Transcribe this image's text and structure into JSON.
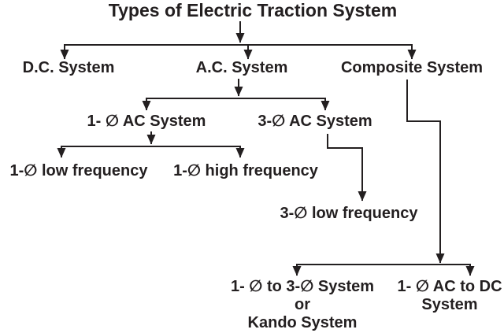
{
  "title": "Types of Electric Traction System",
  "nodes": {
    "dc": "D.C. System",
    "ac": "A.C. System",
    "composite": "Composite System",
    "single_phase_ac": "1- ∅ AC System",
    "three_phase_ac": "3-∅  AC System",
    "single_phase_low_freq": "1-∅  low frequency",
    "single_phase_high_freq": "1-∅  high frequency",
    "three_phase_low_freq": "3-∅ low frequency",
    "kando": {
      "line1": "1- ∅ to 3-∅ System",
      "line2": "or",
      "line3": "Kando System"
    },
    "ac_to_dc": {
      "line1": "1- ∅ AC to DC",
      "line2": "System"
    }
  },
  "colors": {
    "ink": "#231f20",
    "background": "#ffffff"
  }
}
